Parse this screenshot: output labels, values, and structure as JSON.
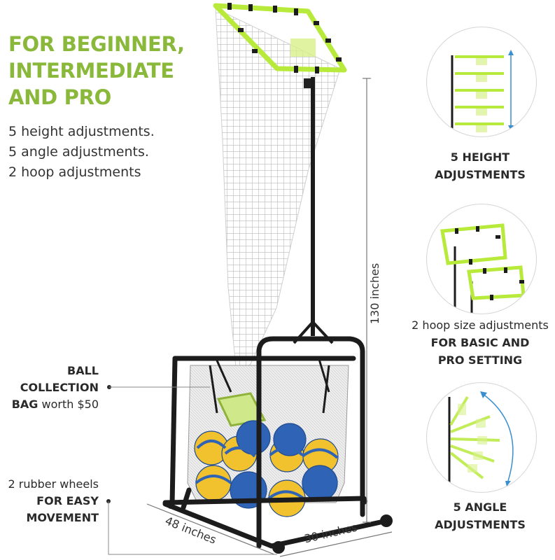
{
  "headline": [
    "FOR BEGINNER,",
    "INTERMEDIATE",
    "AND PRO"
  ],
  "features": [
    "5 height adjustments.",
    "5 angle adjustments.",
    "2 hoop adjustments"
  ],
  "left_labels": {
    "bag_bold_line1": "BALL",
    "bag_bold_line2": "COLLECTION",
    "bag_bold_line3": "BAG",
    "bag_normal": "worth $50",
    "wheels_line1": "2 rubber wheels",
    "wheels_bold_line2": "FOR EASY",
    "wheels_bold_line3": "MOVEMENT"
  },
  "dimensions": {
    "height": "130 inches",
    "length": "48 inches",
    "width": "30 inches"
  },
  "callouts": {
    "height": {
      "line1": "5 HEIGHT",
      "line2": "ADJUSTMENTS"
    },
    "hoop": {
      "normal": "2 hoop size adjustments",
      "bold1": "FOR BASIC AND",
      "bold2": "PRO SETTING"
    },
    "angle": {
      "line1": "5 ANGLE",
      "line2": "ADJUSTMENTS"
    }
  },
  "colors": {
    "accent_green": "#8ab83a",
    "hoop_green": "#b8ea3c",
    "frame_black": "#1c1c1c",
    "arrow_blue": "#3a8fd0",
    "ball_yellow": "#f2c12e",
    "ball_blue": "#2f63b5"
  }
}
